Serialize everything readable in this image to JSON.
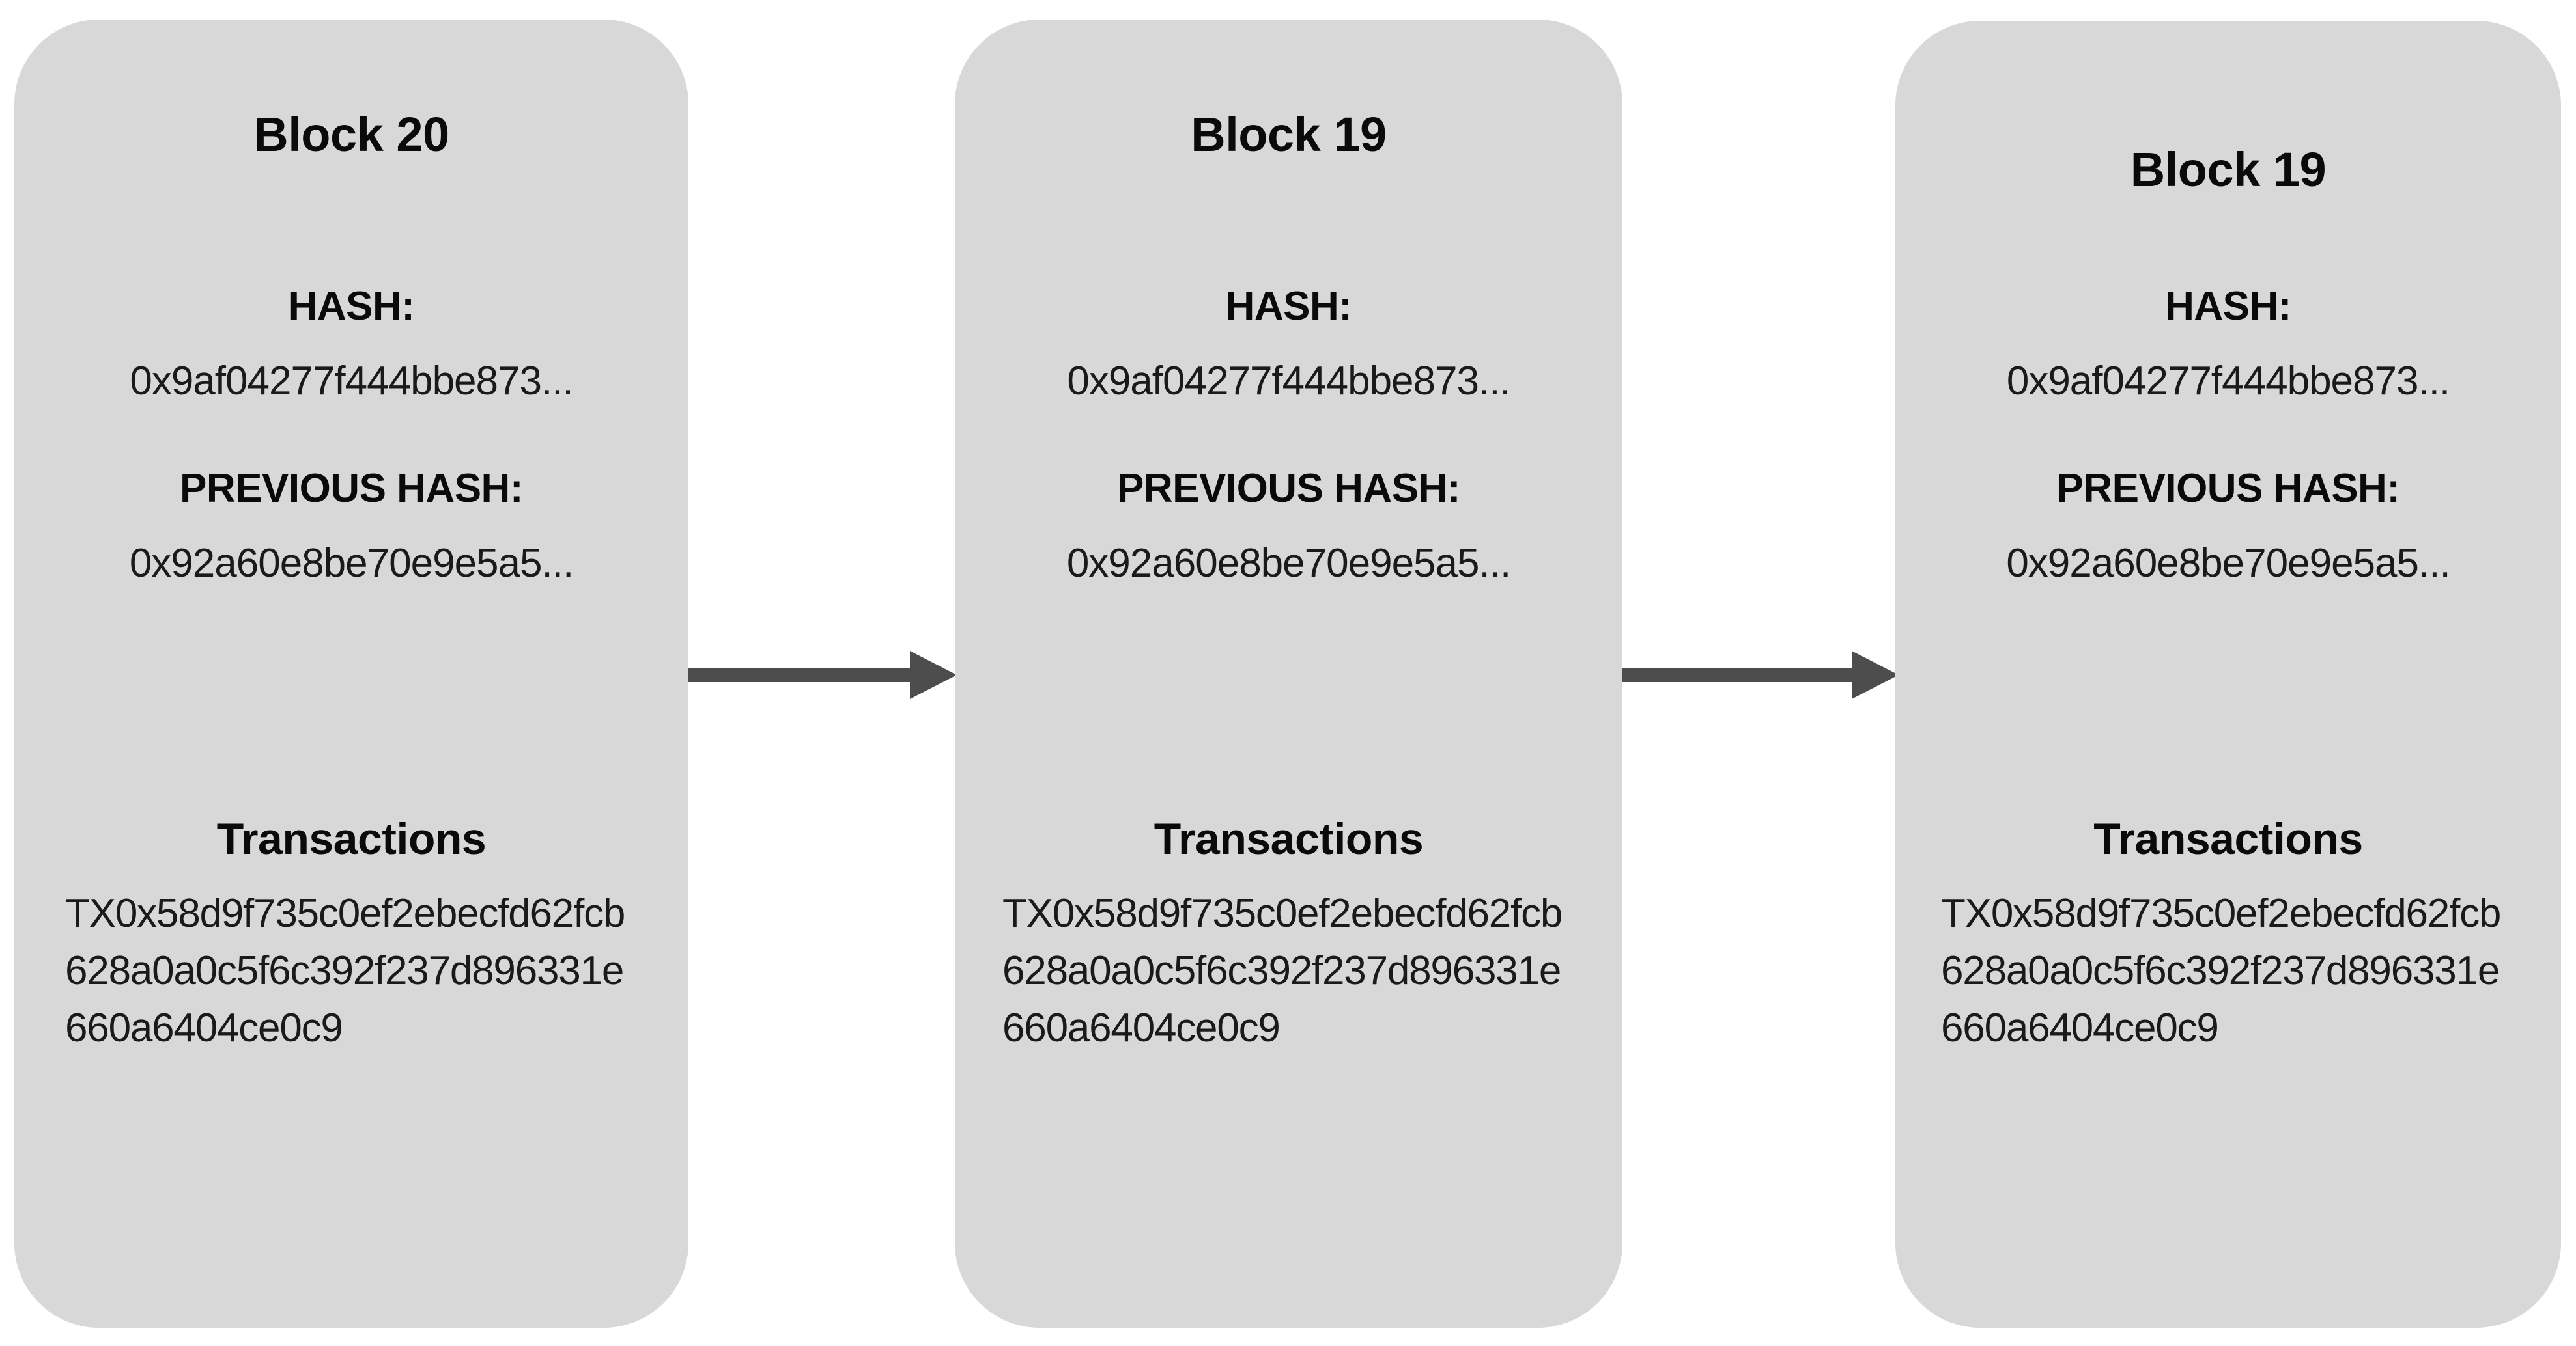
{
  "diagram": {
    "type": "blockchain-chain",
    "background_color": "#ffffff",
    "block_fill_color": "#d8d8d8",
    "arrow_color": "#4d4d4d",
    "text_color": "#1a1a1a"
  },
  "labels": {
    "hash_label": "HASH:",
    "previous_hash_label": "PREVIOUS HASH:",
    "transactions_label": "Transactions"
  },
  "blocks": [
    {
      "title": "Block 20",
      "hash_label": "HASH:",
      "hash_value": "0x9af04277f444bbe873...",
      "previous_hash_label": "PREVIOUS HASH:",
      "previous_hash_value": "0x92a60e8be70e9e5a5...",
      "transactions_label": "Transactions",
      "transaction_value": "TX0x58d9f735c0ef2ebecfd62fcb628a0a0c5f6c392f237d896331e660a6404ce0c9"
    },
    {
      "title": "Block 19",
      "hash_label": "HASH:",
      "hash_value": "0x9af04277f444bbe873...",
      "previous_hash_label": "PREVIOUS HASH:",
      "previous_hash_value": "0x92a60e8be70e9e5a5...",
      "transactions_label": "Transactions",
      "transaction_value": "TX0x58d9f735c0ef2ebecfd62fcb628a0a0c5f6c392f237d896331e660a6404ce0c9"
    },
    {
      "title": "Block 19",
      "hash_label": "HASH:",
      "hash_value": "0x9af04277f444bbe873...",
      "previous_hash_label": "PREVIOUS HASH:",
      "previous_hash_value": "0x92a60e8be70e9e5a5...",
      "transactions_label": "Transactions",
      "transaction_value": "TX0x58d9f735c0ef2ebecfd62fcb628a0a0c5f6c392f237d896331e660a6404ce0c9"
    }
  ],
  "connectors": [
    {
      "from": "Block 20",
      "to": "Block 19",
      "direction": "right"
    },
    {
      "from": "Block 19",
      "to": "Block 19",
      "direction": "right"
    }
  ]
}
